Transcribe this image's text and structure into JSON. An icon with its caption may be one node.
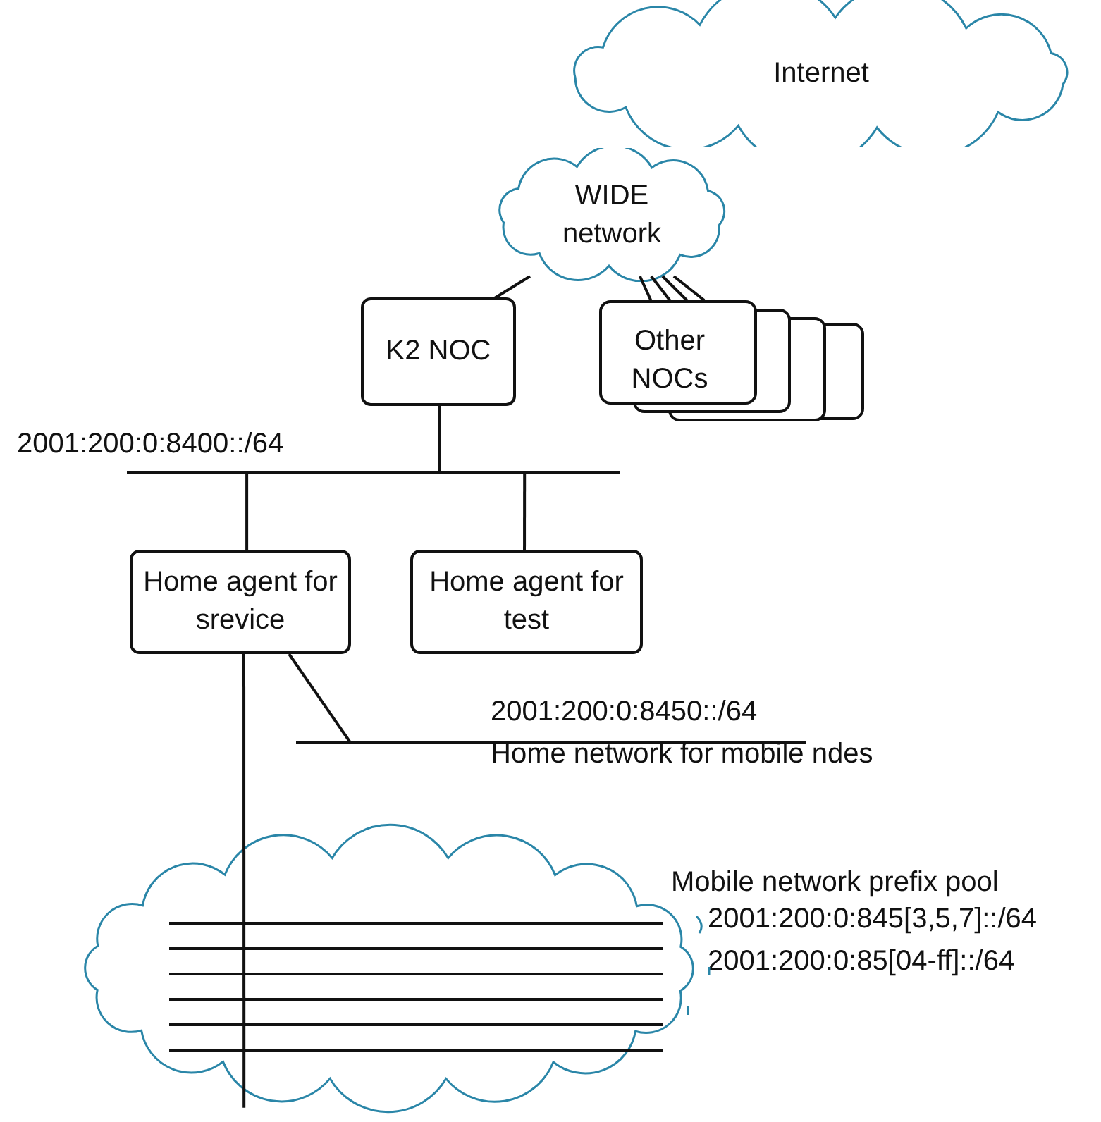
{
  "diagram": {
    "nodes": [
      {
        "text": [
          "Internet"
        ]
      },
      {
        "text": [
          "WIDE network"
        ]
      },
      {
        "text": [
          "K2 NOC"
        ]
      },
      {
        "text": [
          "Other NOCs"
        ]
      },
      {
        "text": [],
        "shape": "bar",
        "beside": [
          "2001:200:0:8400::/64"
        ]
      },
      {
        "text": [
          "Home agent for srevice"
        ]
      },
      {
        "text": [
          "Home agent for test"
        ]
      },
      {
        "text": [],
        "shape": "bar",
        "beside": [
          "2001:200:0:8450::/64",
          "Home network for mobile ndes"
        ]
      },
      {
        "text": [],
        "shape": "cloud",
        "beside": [
          "Mobile network prefix pool",
          "2001:200:0:845[3,5,7]::/64",
          "2001:200:0:85[04-ff]::/64"
        ]
      }
    ],
    "edges": [
      {
        "from": 1,
        "to": 2,
        "arrow": "none"
      },
      {
        "from": 1,
        "to": 3,
        "arrow": "none"
      },
      {
        "from": 1,
        "to": 3,
        "arrow": "none"
      },
      {
        "from": 1,
        "to": 3,
        "arrow": "none"
      },
      {
        "from": 1,
        "to": 3,
        "arrow": "none"
      },
      {
        "from": 2,
        "to": 4,
        "arrow": "none"
      },
      {
        "from": 4,
        "to": 5,
        "arrow": "none"
      },
      {
        "from": 4,
        "to": 6,
        "arrow": "none"
      },
      {
        "from": 5,
        "to": 7,
        "arrow": "none"
      },
      {
        "from": 5,
        "to": 8,
        "arrow": "none"
      }
    ]
  }
}
